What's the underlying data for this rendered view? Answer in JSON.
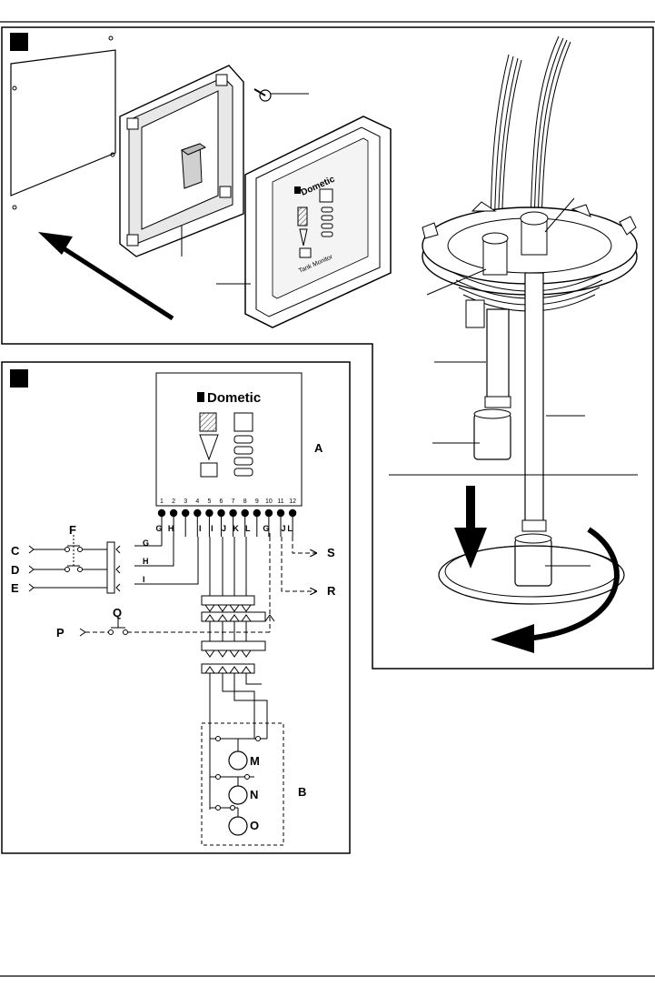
{
  "figure1": {
    "brand": "Dometic",
    "panel_caption": "Tank Monitor"
  },
  "figure2": {
    "brand": "Dometic",
    "labels": {
      "A": "A",
      "B": "B",
      "C": "C",
      "D": "D",
      "E": "E",
      "F": "F",
      "M": "M",
      "N": "N",
      "O": "O",
      "P": "P",
      "Q": "Q",
      "R": "R",
      "S": "S"
    },
    "terminal_numbers": [
      "1",
      "2",
      "3",
      "4",
      "5",
      "6",
      "7",
      "8",
      "9",
      "10",
      "11",
      "12"
    ],
    "terminal_wires": [
      "G",
      "H",
      "",
      "I",
      "I",
      "J",
      "K",
      "L",
      "",
      "G",
      "J",
      "L"
    ],
    "input_wires": [
      "G",
      "H",
      "I"
    ]
  }
}
